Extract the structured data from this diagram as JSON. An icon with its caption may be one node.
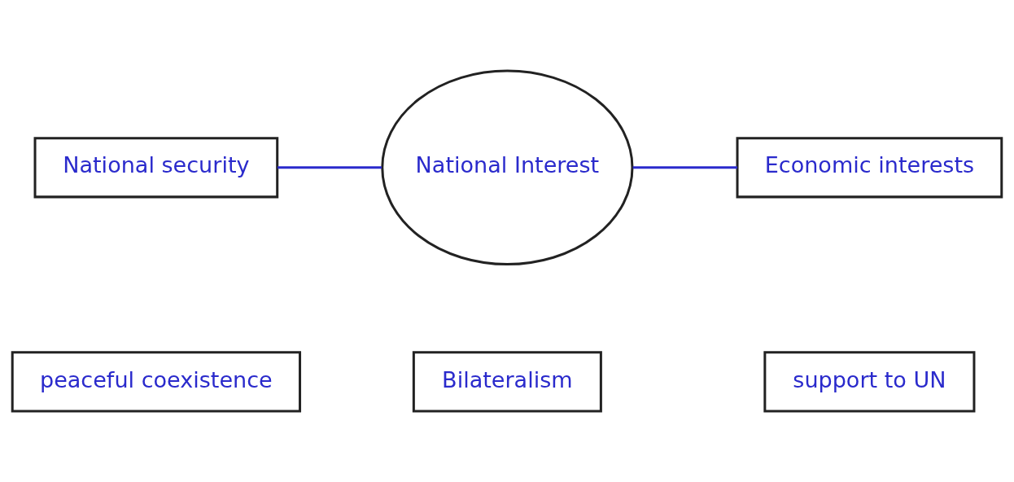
{
  "diagram": {
    "nodes": [
      {
        "text": [
          "National security"
        ]
      },
      {
        "text": [
          "Economic interests"
        ]
      },
      {
        "text": [
          "National Interest"
        ]
      },
      {
        "text": [
          "peaceful coexistence"
        ]
      },
      {
        "text": [
          "Bilateralism"
        ]
      },
      {
        "text": [
          "support to UN"
        ]
      }
    ],
    "edges": [
      {
        "from": 0,
        "to": 2,
        "arrow": "none"
      },
      {
        "from": 1,
        "to": 2,
        "arrow": "none"
      }
    ]
  }
}
